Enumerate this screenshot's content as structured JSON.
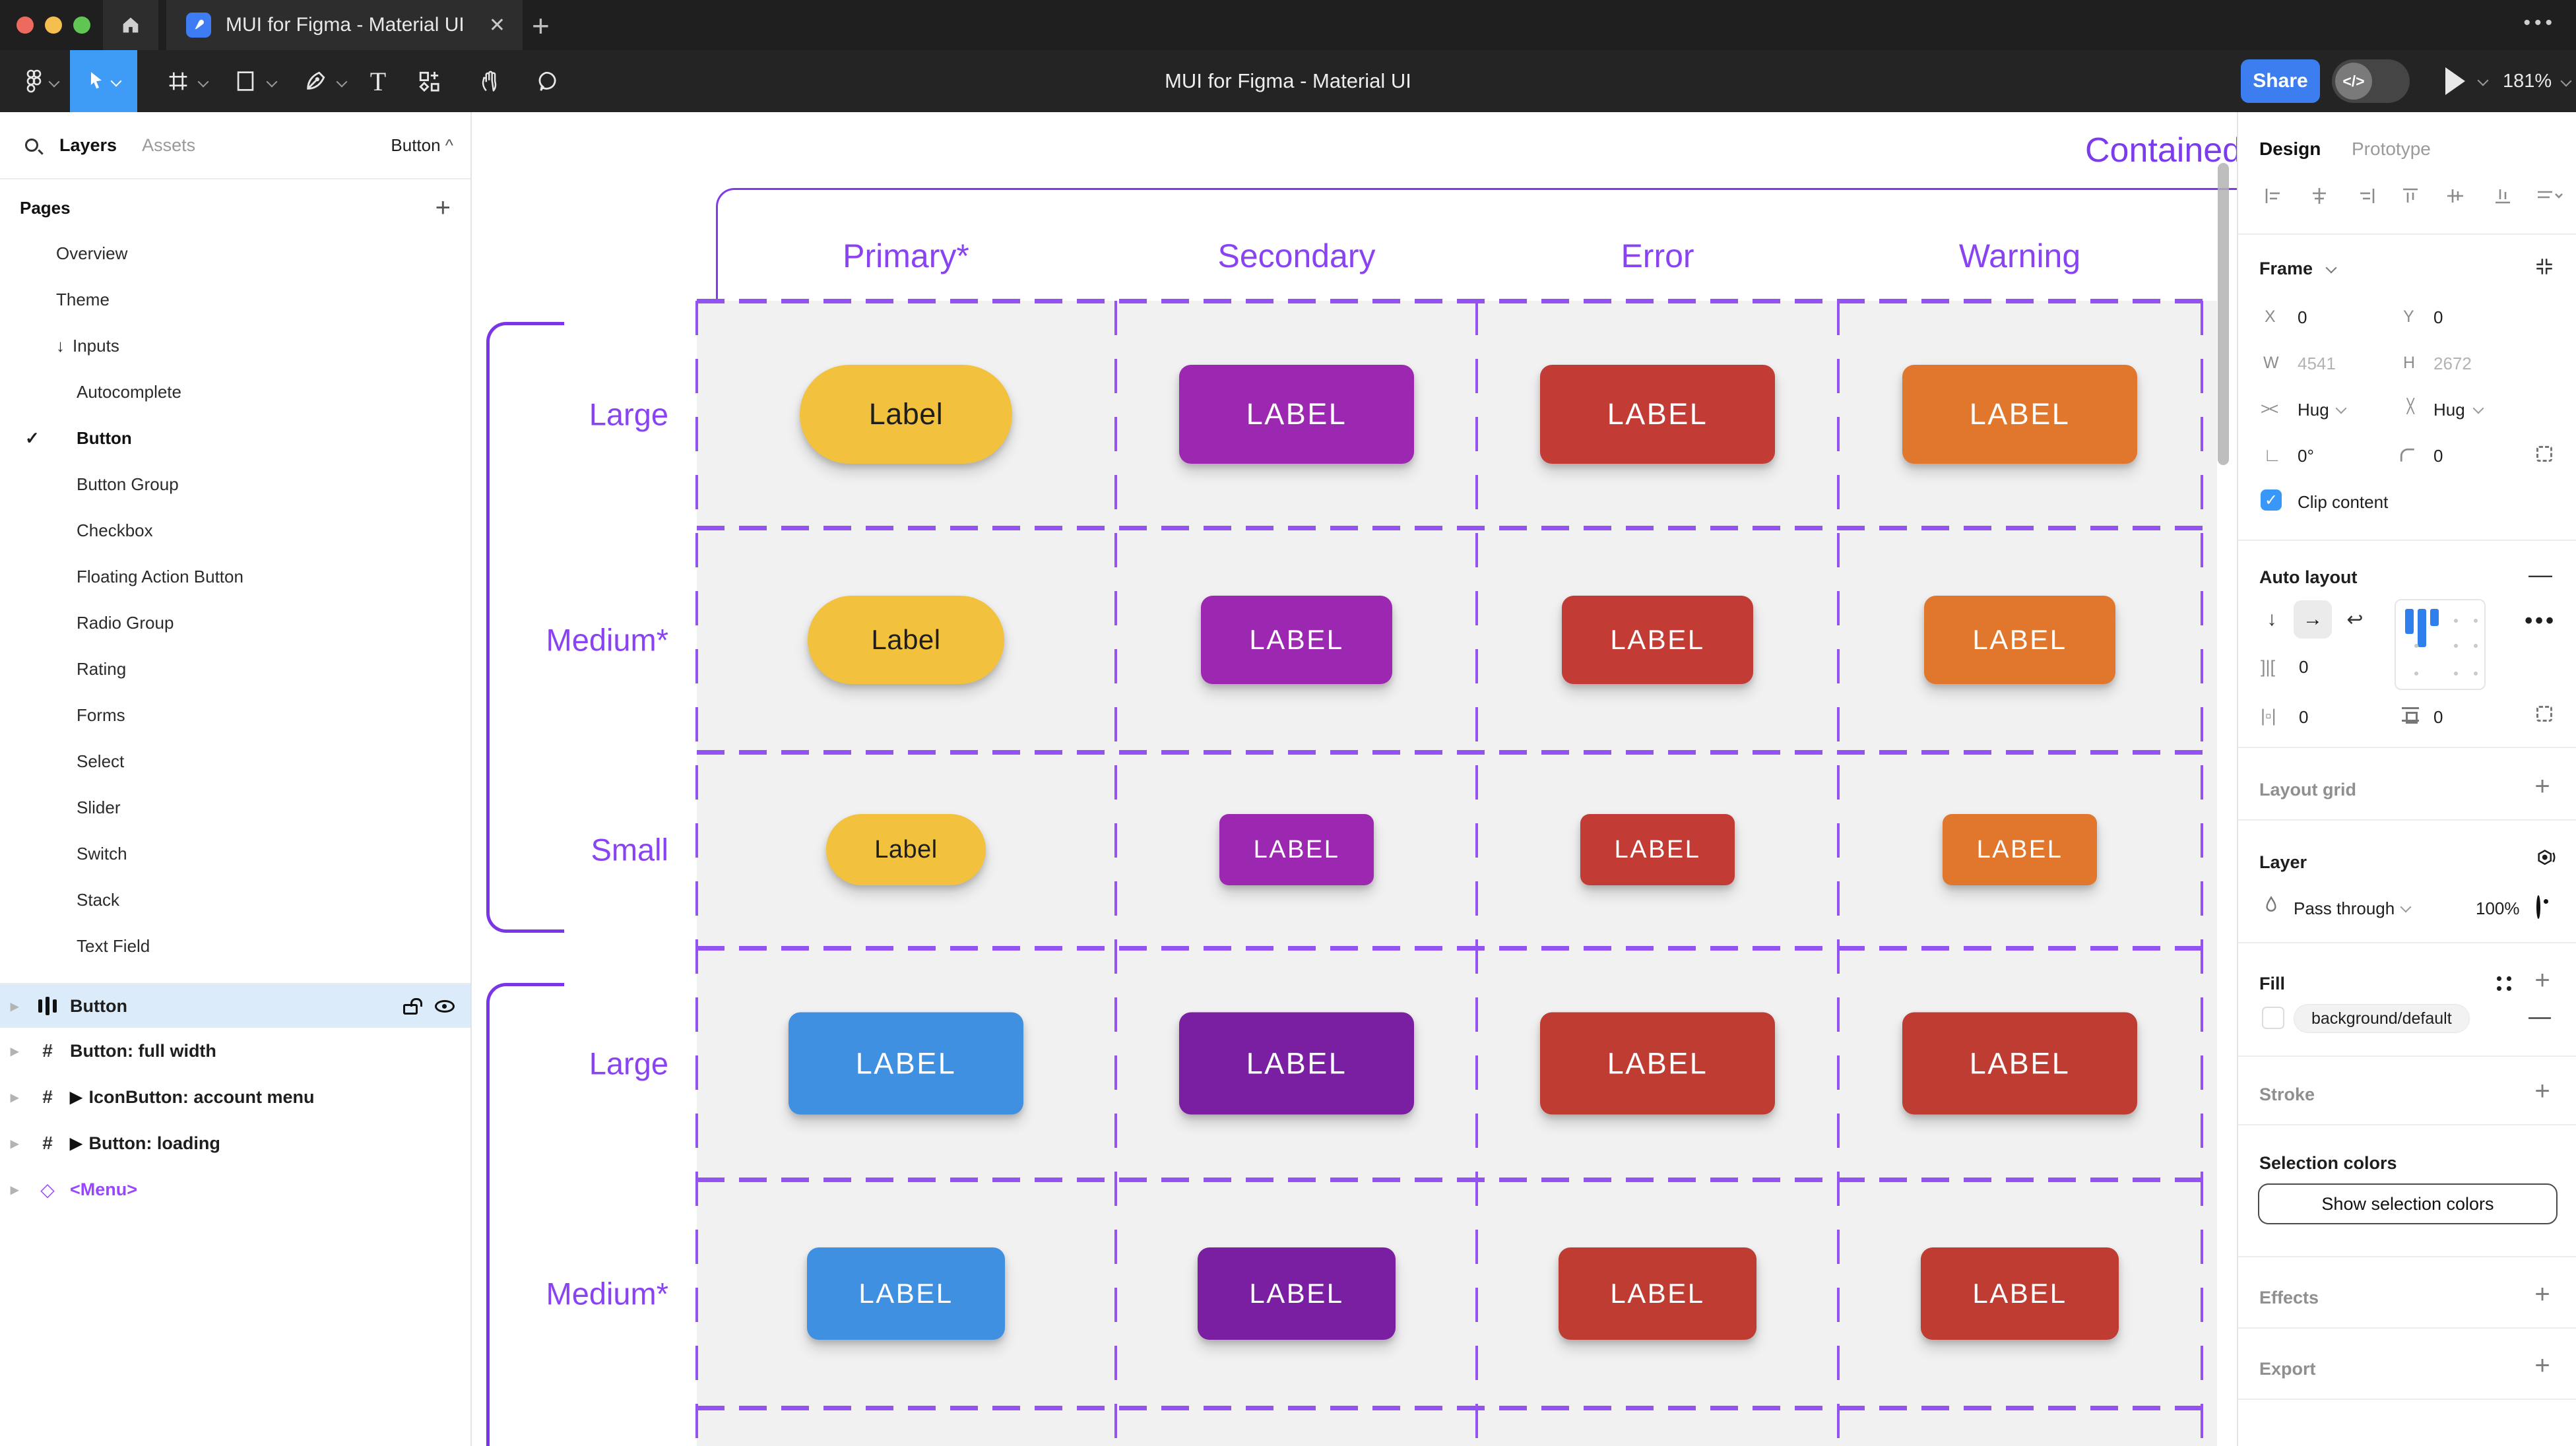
{
  "window": {
    "tab_title": "MUI for Figma - Material UI",
    "close": "✕",
    "new_tab": "+",
    "more": "•••"
  },
  "toolbar": {
    "title": "MUI for Figma - Material UI",
    "share_label": "Share",
    "dev_toggle_icon": "</>",
    "zoom_level": "181%"
  },
  "sidebar": {
    "tab_layers": "Layers",
    "tab_assets": "Assets",
    "selector": "Button",
    "selector_caret": "^",
    "pages_header": "Pages",
    "add": "+",
    "pages": [
      {
        "label": "Overview",
        "level": 0
      },
      {
        "label": "Theme",
        "level": 0
      },
      {
        "label": "Inputs",
        "level": 0,
        "down": true
      },
      {
        "label": "Autocomplete",
        "level": 1
      },
      {
        "label": "Button",
        "level": 1,
        "check": true,
        "bold": true
      },
      {
        "label": "Button Group",
        "level": 1
      },
      {
        "label": "Checkbox",
        "level": 1
      },
      {
        "label": "Floating Action Button",
        "level": 1
      },
      {
        "label": "Radio Group",
        "level": 1
      },
      {
        "label": "Rating",
        "level": 1
      },
      {
        "label": "Forms",
        "level": 1
      },
      {
        "label": "Select",
        "level": 1
      },
      {
        "label": "Slider",
        "level": 1
      },
      {
        "label": "Switch",
        "level": 1
      },
      {
        "label": "Stack",
        "level": 1
      },
      {
        "label": "Text Field",
        "level": 1
      }
    ],
    "layers": [
      {
        "label": "Button",
        "icon": "autolayout",
        "selected": true
      },
      {
        "label": "Button: full width",
        "icon": "frame"
      },
      {
        "label": "IconButton: account menu",
        "icon": "frame",
        "play": true
      },
      {
        "label": "Button: loading",
        "icon": "frame",
        "play": true
      },
      {
        "label": "<Menu>",
        "icon": "component",
        "purple": true
      }
    ]
  },
  "canvas": {
    "frame_title": "Contained",
    "columns": [
      "Primary*",
      "Secondary",
      "Error",
      "Warning"
    ],
    "accent_purple": "#8a43f2",
    "rows": [
      {
        "label": "Large",
        "size": "lg",
        "buttons": [
          {
            "text": "Label",
            "bg": "#F2C13D",
            "fg": "#1E1E1E",
            "pill": true
          },
          {
            "text": "LABEL",
            "bg": "#9C27B0",
            "fg": "#FFFFFF"
          },
          {
            "text": "LABEL",
            "bg": "#C23B35",
            "fg": "#FFFFFF"
          },
          {
            "text": "LABEL",
            "bg": "#E0772C",
            "fg": "#FFFFFF"
          }
        ]
      },
      {
        "label": "Medium*",
        "size": "md",
        "buttons": [
          {
            "text": "Label",
            "bg": "#F2C13D",
            "fg": "#1E1E1E",
            "pill": true
          },
          {
            "text": "LABEL",
            "bg": "#9C27B0",
            "fg": "#FFFFFF"
          },
          {
            "text": "LABEL",
            "bg": "#C23B35",
            "fg": "#FFFFFF"
          },
          {
            "text": "LABEL",
            "bg": "#E0772C",
            "fg": "#FFFFFF"
          }
        ]
      },
      {
        "label": "Small",
        "size": "sm",
        "buttons": [
          {
            "text": "Label",
            "bg": "#F2C13D",
            "fg": "#1E1E1E",
            "pill": true
          },
          {
            "text": "LABEL",
            "bg": "#9C27B0",
            "fg": "#FFFFFF"
          },
          {
            "text": "LABEL",
            "bg": "#C23B35",
            "fg": "#FFFFFF"
          },
          {
            "text": "LABEL",
            "bg": "#E0772C",
            "fg": "#FFFFFF"
          }
        ]
      },
      {
        "label": "Large",
        "size": "lg2",
        "buttons": [
          {
            "text": "LABEL",
            "bg": "#3F90E1",
            "fg": "#FFFFFF"
          },
          {
            "text": "LABEL",
            "bg": "#7B1FA2",
            "fg": "#FFFFFF"
          },
          {
            "text": "LABEL",
            "bg": "#BE3C32",
            "fg": "#FFFFFF"
          },
          {
            "text": "LABEL",
            "bg": "#BE3C32",
            "fg": "#FFFFFF"
          }
        ]
      },
      {
        "label": "Medium*",
        "size": "md2",
        "buttons": [
          {
            "text": "LABEL",
            "bg": "#3F90E1",
            "fg": "#FFFFFF"
          },
          {
            "text": "LABEL",
            "bg": "#7B1FA2",
            "fg": "#FFFFFF"
          },
          {
            "text": "LABEL",
            "bg": "#BE3C32",
            "fg": "#FFFFFF"
          },
          {
            "text": "LABEL",
            "bg": "#BE3C32",
            "fg": "#FFFFFF"
          }
        ]
      }
    ]
  },
  "inspector": {
    "tab_design": "Design",
    "tab_prototype": "Prototype",
    "frame": {
      "title": "Frame",
      "x_label": "X",
      "x": "0",
      "y_label": "Y",
      "y": "0",
      "w_label": "W",
      "w": "4541",
      "h_label": "H",
      "h": "2672",
      "h_sizing": "Hug",
      "v_sizing": "Hug",
      "rotation": "0°",
      "radius": "0",
      "clip": "Clip content"
    },
    "auto_layout": {
      "title": "Auto layout",
      "gap": "0",
      "pad_h": "0",
      "pad_v": "0"
    },
    "layout_grid_title": "Layout grid",
    "layer": {
      "title": "Layer",
      "blend": "Pass through",
      "opacity": "100%"
    },
    "fill": {
      "title": "Fill",
      "style_name": "background/default"
    },
    "stroke_title": "Stroke",
    "selection_colors": {
      "title": "Selection colors",
      "button": "Show selection colors"
    },
    "effects_title": "Effects",
    "export_title": "Export"
  }
}
